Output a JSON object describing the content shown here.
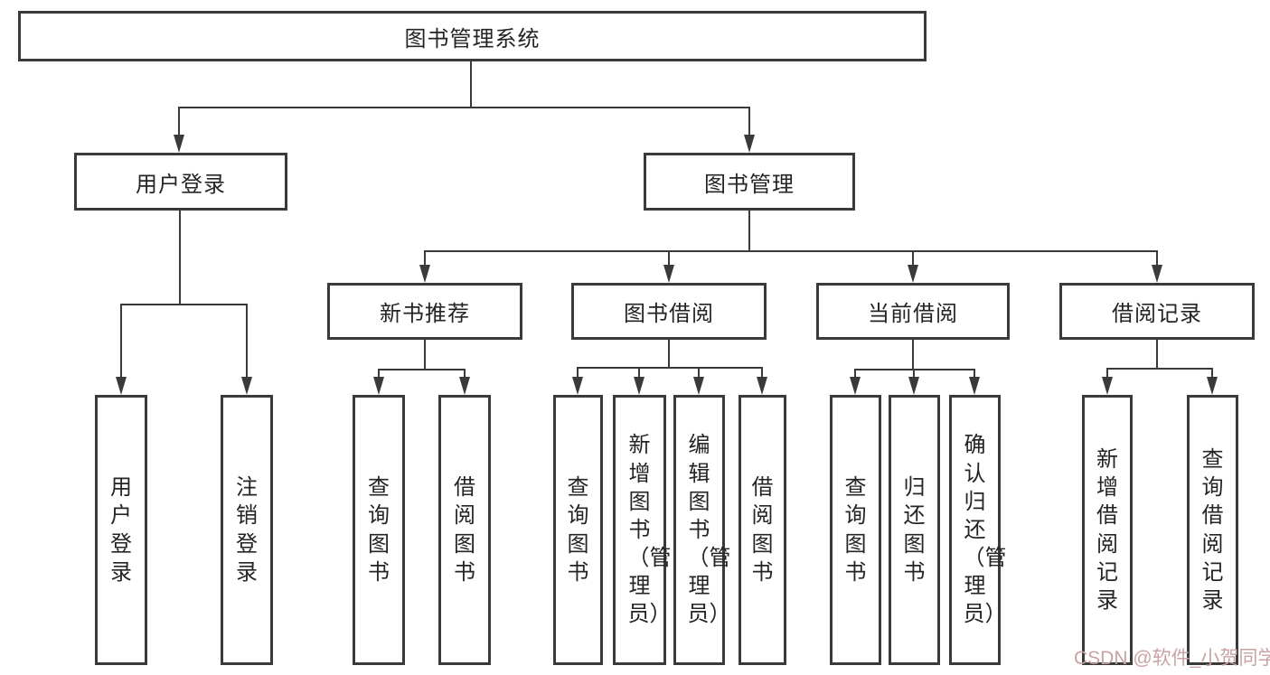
{
  "root": {
    "label": "图书管理系统"
  },
  "level2": [
    {
      "label": "用户登录"
    },
    {
      "label": "图书管理"
    }
  ],
  "level3": [
    {
      "label": "新书推荐"
    },
    {
      "label": "图书借阅"
    },
    {
      "label": "当前借阅"
    },
    {
      "label": "借阅记录"
    }
  ],
  "leafGroups": [
    {
      "parent": "用户登录",
      "children": [
        {
          "label": "用户登录"
        },
        {
          "label": "注销登录"
        }
      ]
    },
    {
      "parent": "新书推荐",
      "children": [
        {
          "label": "查询图书"
        },
        {
          "label": "借阅图书"
        }
      ]
    },
    {
      "parent": "图书借阅",
      "children": [
        {
          "label": "查询图书"
        },
        {
          "label": "新增图书（管理员）"
        },
        {
          "label": "编辑图书（管理员）"
        },
        {
          "label": "借阅图书"
        }
      ]
    },
    {
      "parent": "当前借阅",
      "children": [
        {
          "label": "查询图书"
        },
        {
          "label": "归还图书"
        },
        {
          "label": "确认归还（管理员）"
        }
      ]
    },
    {
      "parent": "借阅记录",
      "children": [
        {
          "label": "新增借阅记录"
        },
        {
          "label": "查询借阅记录"
        }
      ]
    }
  ],
  "watermark": {
    "text": "CSDN @软件_小贺同学"
  },
  "colors": {
    "line": "#3a3a3a",
    "text": "#242424",
    "background": "#ffffff",
    "watermark": "#c9a2a2"
  }
}
